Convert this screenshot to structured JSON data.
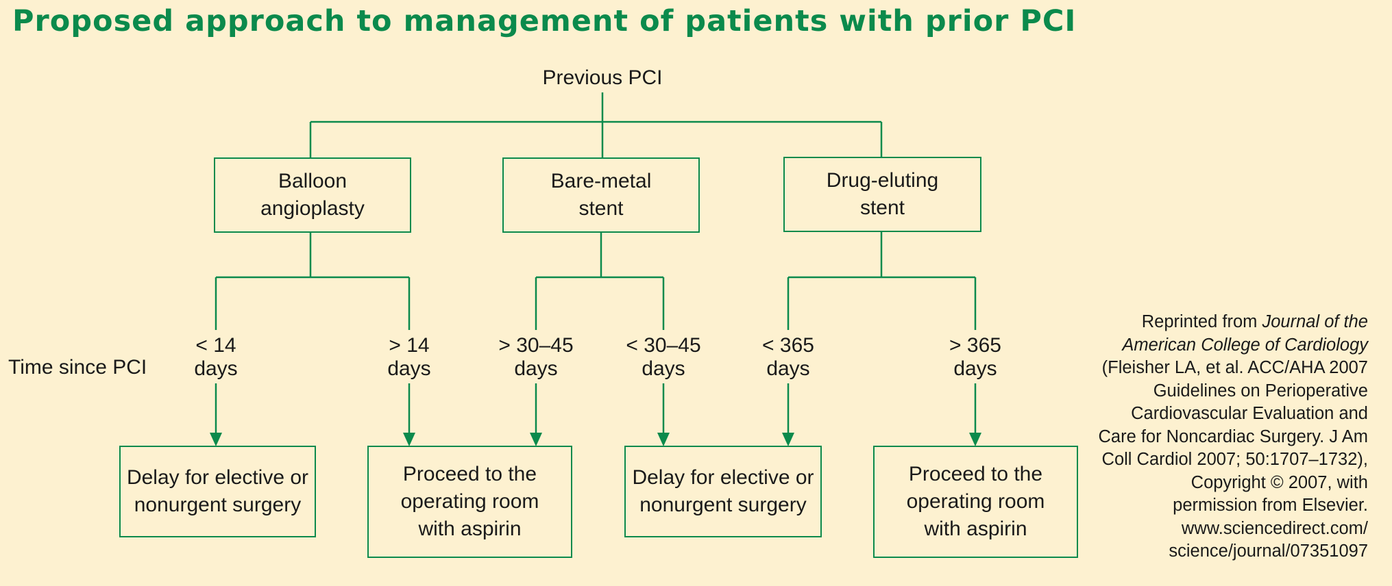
{
  "title": "Proposed approach to management of patients with prior PCI",
  "root": "Previous PCI",
  "procedures": [
    {
      "line1": "Balloon",
      "line2": "angioplasty"
    },
    {
      "line1": "Bare-metal",
      "line2": "stent"
    },
    {
      "line1": "Drug-eluting",
      "line2": "stent"
    }
  ],
  "row_label": "Time since PCI",
  "times": [
    {
      "line1": "< 14",
      "line2": "days"
    },
    {
      "line1": "> 14",
      "line2": "days"
    },
    {
      "line1": "> 30–45",
      "line2": "days"
    },
    {
      "line1": "< 30–45",
      "line2": "days"
    },
    {
      "line1": "< 365",
      "line2": "days"
    },
    {
      "line1": "> 365",
      "line2": "days"
    }
  ],
  "outcomes": [
    {
      "lines": [
        "Delay for elective or",
        "nonurgent surgery"
      ]
    },
    {
      "lines": [
        "Proceed to the",
        "operating room",
        "with aspirin"
      ]
    },
    {
      "lines": [
        "Delay for elective or",
        "nonurgent surgery"
      ]
    },
    {
      "lines": [
        "Proceed to the",
        "operating room",
        "with aspirin"
      ]
    }
  ],
  "credit": {
    "l1": "Reprinted from ",
    "l1_italic": "Journal of the",
    "l2_italic": "American College of Cardiology",
    "l3": "(Fleisher LA, et al. ACC/AHA 2007",
    "l4": "Guidelines on Perioperative",
    "l5": "Cardiovascular Evaluation and",
    "l6": "Care for Noncardiac Surgery. J Am",
    "l7": "Coll Cardiol 2007; 50:1707–1732),",
    "l8": "Copyright © 2007, with",
    "l9": "permission from Elsevier.",
    "l10": "www.sciencedirect.com/",
    "l11": "science/journal/07351097"
  },
  "colors": {
    "accent": "#0b8a4c",
    "background": "#fdf1d0"
  }
}
